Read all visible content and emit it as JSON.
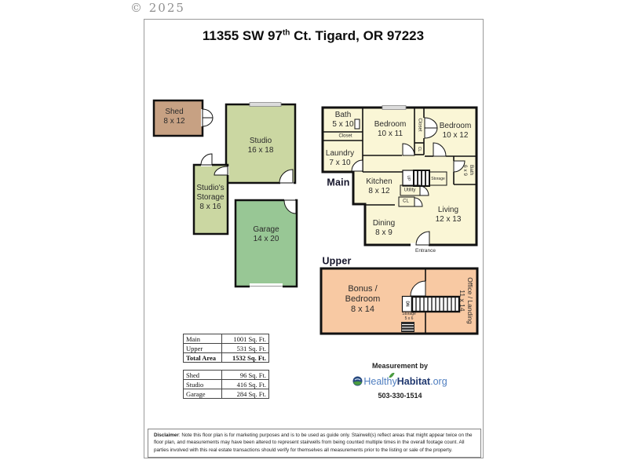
{
  "copyright": "© 2025",
  "title": {
    "prefix": "11355 SW 97",
    "superscript": "th",
    "suffix": " Ct. Tigard, OR 97223"
  },
  "outbuildings": {
    "shed": {
      "label": "Shed",
      "dims": "8 x 12"
    },
    "studio": {
      "label": "Studio",
      "dims": "16 x 18"
    },
    "studio_storage": {
      "label": "Studio's\nStorage",
      "dims": "8 x 16"
    },
    "garage": {
      "label": "Garage",
      "dims": "14 x 20"
    }
  },
  "main_floor": {
    "floor_label": "Main",
    "rooms": {
      "bath1": {
        "label": "Bath",
        "dims": "5 x 10"
      },
      "closet1": {
        "label": "Closet"
      },
      "laundry": {
        "label": "Laundry",
        "dims": "7 x 10"
      },
      "bedroom1": {
        "label": "Bedroom",
        "dims": "10 x 11"
      },
      "closet2": {
        "label": "Closet"
      },
      "cl1": {
        "label": "CL"
      },
      "bedroom2": {
        "label": "Bedroom",
        "dims": "10 x 12"
      },
      "bath2": {
        "label": "Bath",
        "dims": "6 x 9"
      },
      "kitchen": {
        "label": "Kitchen",
        "dims": "8 x 12"
      },
      "stairs_up": {
        "label": "UP"
      },
      "storage_stairs": {
        "label": "Storage"
      },
      "utility": {
        "label": "Utility"
      },
      "cl2": {
        "label": "CL"
      },
      "living": {
        "label": "Living",
        "dims": "12 x 13"
      },
      "dining": {
        "label": "Dining",
        "dims": "8 x 9"
      },
      "entrance": {
        "label": "Entrance"
      }
    }
  },
  "upper_floor": {
    "floor_label": "Upper",
    "rooms": {
      "bonus_bedroom": {
        "label": "Bonus /\nBedroom",
        "dims": "8 x 14"
      },
      "stairs_down": {
        "label": "DN"
      },
      "storage": {
        "label": "Storage",
        "dims": "5 x 6"
      },
      "office_landing": {
        "label": "Office / Landing",
        "dims": "11 x 14"
      }
    }
  },
  "area_table": {
    "rows": [
      [
        "Main",
        "1001 Sq. Ft."
      ],
      [
        "Upper",
        "531 Sq. Ft."
      ],
      [
        "Total Area",
        "1532 Sq. Ft."
      ]
    ]
  },
  "outbuilding_table": {
    "rows": [
      [
        "Shed",
        "96 Sq. Ft."
      ],
      [
        "Studio",
        "416 Sq. Ft."
      ],
      [
        "Garage",
        "284 Sq. Ft."
      ]
    ]
  },
  "measurement": {
    "caption": "Measurement by",
    "brand": {
      "healthy": "Healthy",
      "habitat": "Habitat",
      "tld": ".org"
    },
    "phone": "503-330-1514"
  },
  "disclaimer": {
    "label": "Disclaimer",
    "text": ": Note this floor plan is for marketing purposes and is to be used as guide only.  Stairwell(s) reflect areas that might appear twice on the floor plan, and measurements may have been altered to represent stairwells from being counted multiple times in the overall footage count.  All parties involved with this real estate transactions should verify for themselves all measurements prior to the listing or sale of the property."
  },
  "colors": {
    "shed": "#c7a183",
    "studio": "#cbd7a2",
    "garage": "#98c795",
    "main": "#faf6d6",
    "upper": "#f8c9a3",
    "wall": "#111111",
    "brand_blue": "#4f7ec0",
    "brand_navy": "#20386f",
    "brand_green": "#4a9b3f"
  }
}
